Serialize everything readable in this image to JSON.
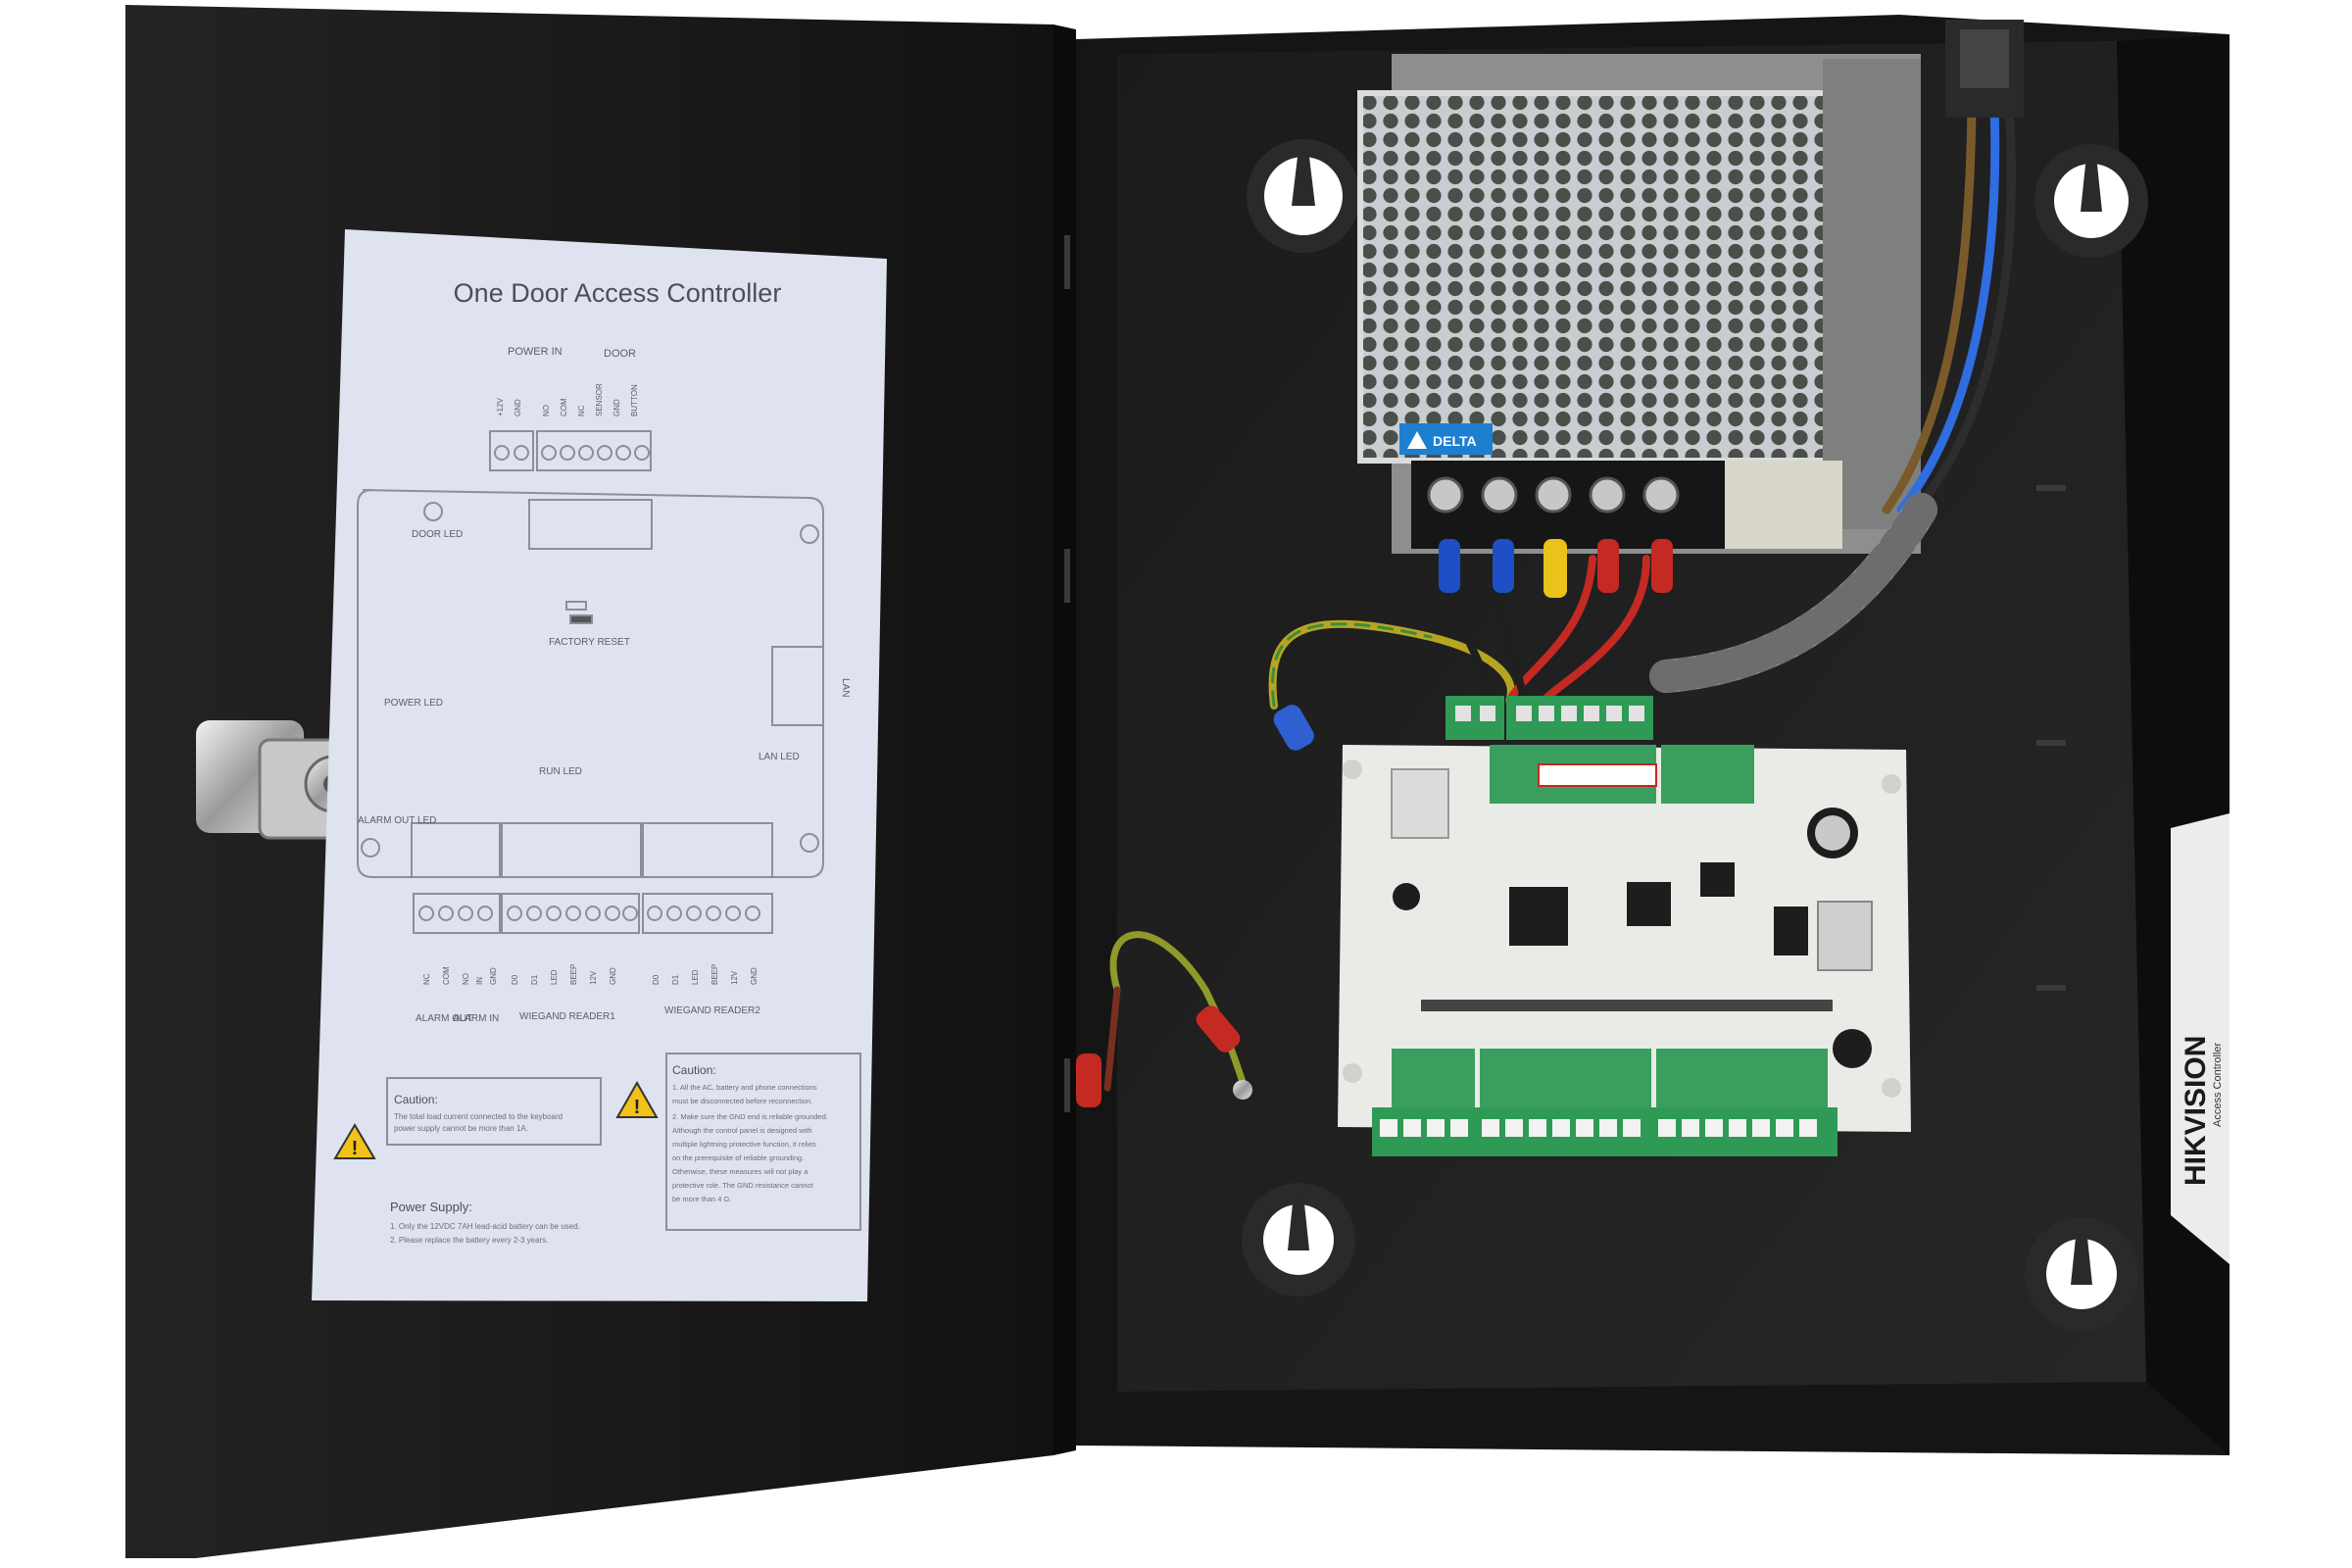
{
  "label_sheet": {
    "title": "One Door Access Controller",
    "top_labels": {
      "power_in": "POWER IN",
      "door": "DOOR",
      "power_pins": [
        "+12V",
        "GND"
      ],
      "door_pins": [
        "NO",
        "COM",
        "NC",
        "SENSOR",
        "GND",
        "BUTTON"
      ]
    },
    "board_labels": {
      "door_led": "DOOR LED",
      "factory_reset": "FACTORY RESET",
      "power_led": "POWER LED",
      "run_led": "RUN LED",
      "lan_led": "LAN LED",
      "lan": "LAN",
      "alarm_out_led": "ALARM OUT LED"
    },
    "bottom_groups": {
      "alarm_out": "ALARM OUT",
      "alarm_in": "ALARM IN",
      "wiegand_reader1": "WIEGAND READER1",
      "wiegand_reader2": "WIEGAND READER2"
    },
    "bottom_pins": [
      "NC",
      "COM",
      "NO",
      "IN",
      "GND",
      "D0",
      "D1",
      "LED",
      "BEEP",
      "12V",
      "GND",
      "D0",
      "D1",
      "LED",
      "BEEP",
      "12V",
      "GND"
    ],
    "caution_left": {
      "heading": "Caution:",
      "line1": "The total load current connected to the keyboard",
      "line2": "power supply cannot be more than 1A."
    },
    "caution_right": {
      "heading": "Caution:",
      "lines": [
        "1. All the AC, battery and phone connections",
        "must be disconnected before reconnection.",
        "2. Make sure the GND end is reliable grounded.",
        "Although the control panel is designed with",
        "multiple lightning protective function, it relies",
        "on the prerequisite of reliable grounding.",
        "Otherwise, these measures will not play a",
        "protective role. The GND resistance cannot",
        "be more than 4 Ω."
      ]
    },
    "power_supply": {
      "heading": "Power Supply:",
      "line1": "1. Only the 12VDC 7AH lead-acid battery can be used.",
      "line2": "2. Please replace the battery every 2-3 years."
    }
  },
  "psu": {
    "brand": "DELTA"
  },
  "side_label": {
    "brand": "HIKVISION",
    "product": "Access Controller"
  },
  "colors": {
    "enclosure": "#1c1c1c",
    "pcb": "#e9ece6",
    "terminal_green": "#2f9a55",
    "label_paper": "#dfe3ef",
    "psu_blue": "#1c7fd0"
  }
}
